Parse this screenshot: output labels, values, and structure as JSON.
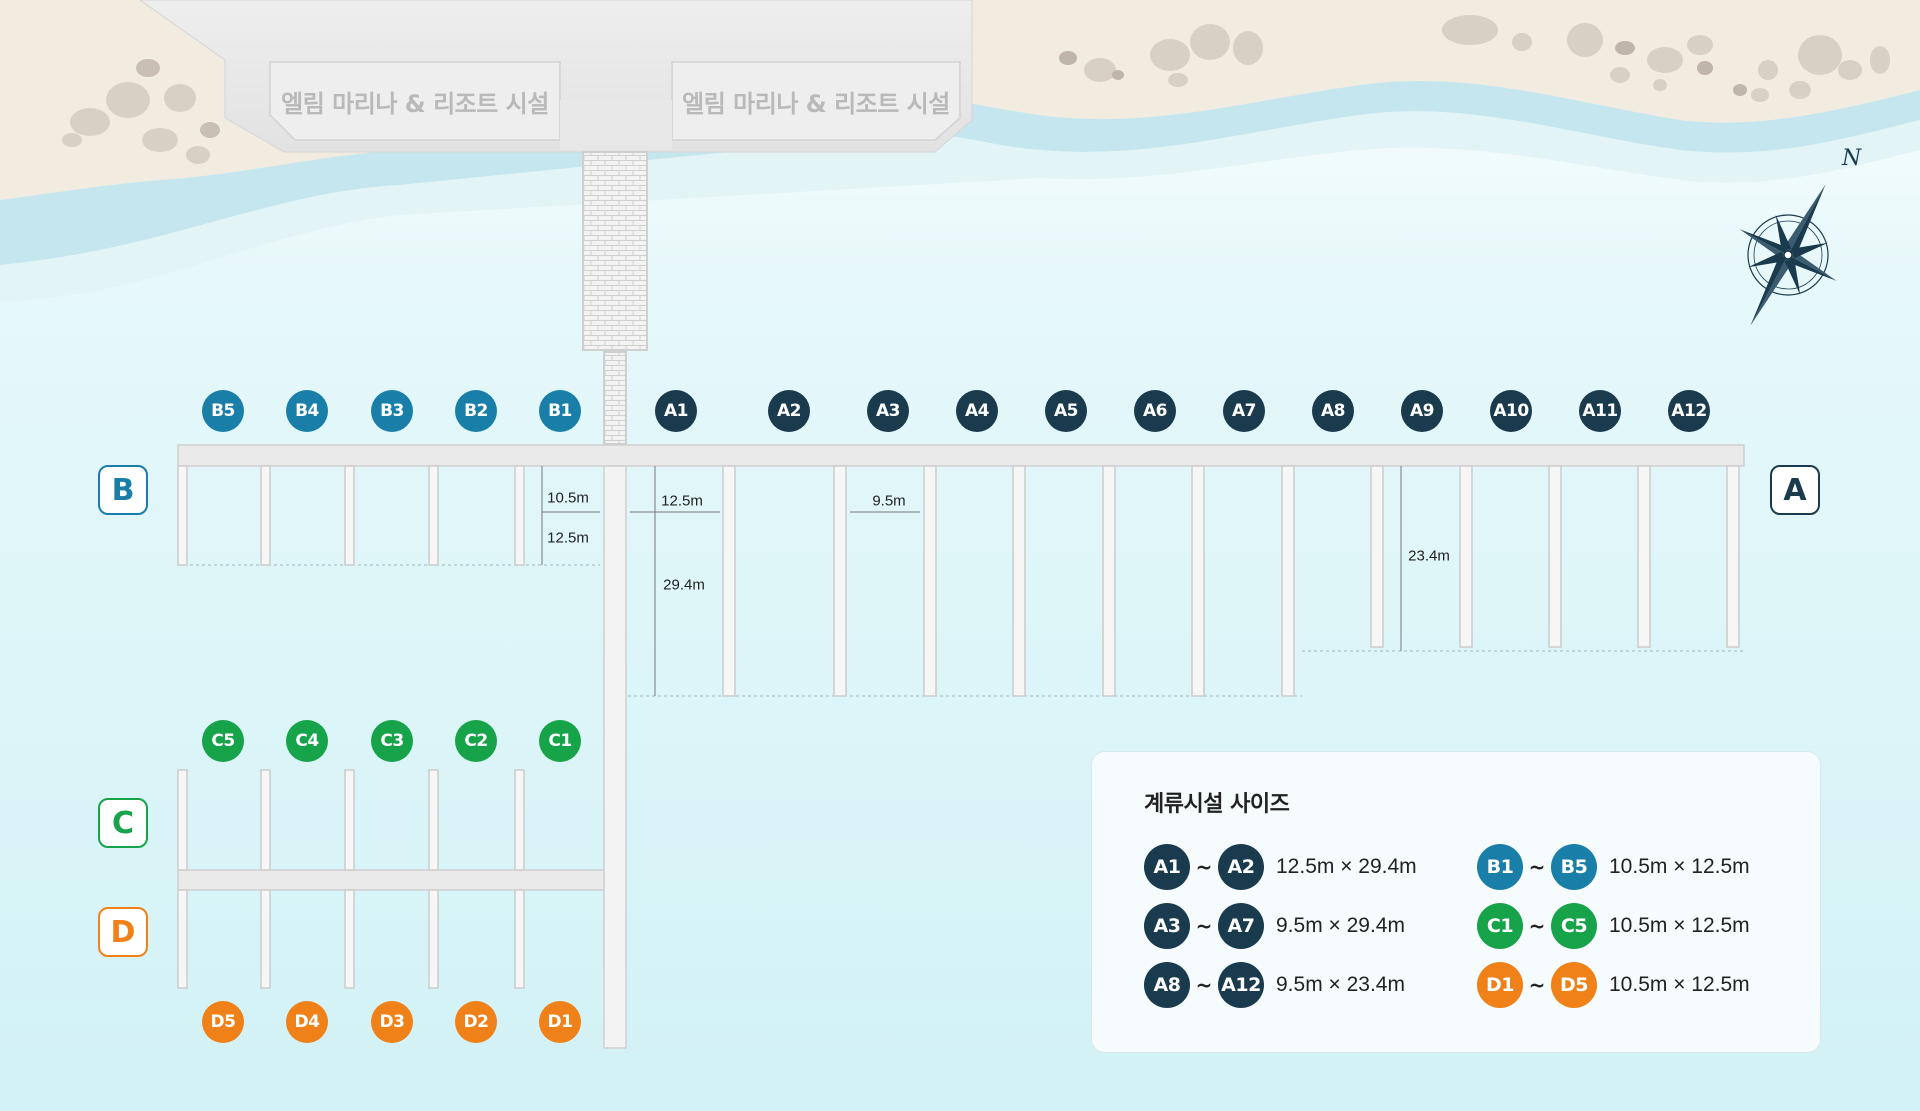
{
  "buildings": [
    {
      "label": "엘림 마리나 & 리조트 시설"
    },
    {
      "label": "엘림 마리나 & 리조트 시설"
    }
  ],
  "compass": {
    "north_label": "N"
  },
  "docks": [
    {
      "letter": "B",
      "color": "#1a7fa8"
    },
    {
      "letter": "A",
      "color": "#1a3a4e"
    },
    {
      "letter": "C",
      "color": "#17a34a"
    },
    {
      "letter": "D",
      "color": "#f08018"
    }
  ],
  "slips": {
    "b": [
      "B5",
      "B4",
      "B3",
      "B2",
      "B1"
    ],
    "a": [
      "A1",
      "A2",
      "A3",
      "A4",
      "A5",
      "A6",
      "A7",
      "A8",
      "A9",
      "A10",
      "A11",
      "A12"
    ],
    "c": [
      "C5",
      "C4",
      "C3",
      "C2",
      "C1"
    ],
    "d": [
      "D5",
      "D4",
      "D3",
      "D2",
      "D1"
    ]
  },
  "colors": {
    "a": "#1a3a4e",
    "b": "#1a7fa8",
    "c": "#17a34a",
    "d": "#f08018"
  },
  "dimensions": {
    "b_width": "10.5m",
    "b_length": "12.5m",
    "a1_width": "12.5m",
    "a_width": "9.5m",
    "a_length_long": "29.4m",
    "a_length_short": "23.4m"
  },
  "legend": {
    "title": "계류시설 사이즈",
    "rows": [
      {
        "from": "A1",
        "to": "A2",
        "size": "12.5m × 29.4m",
        "color": "#1a3a4e"
      },
      {
        "from": "A3",
        "to": "A7",
        "size": "9.5m × 29.4m",
        "color": "#1a3a4e"
      },
      {
        "from": "A8",
        "to": "A12",
        "size": "9.5m × 23.4m",
        "color": "#1a3a4e"
      },
      {
        "from": "B1",
        "to": "B5",
        "size": "10.5m × 12.5m",
        "color": "#1a7fa8"
      },
      {
        "from": "C1",
        "to": "C5",
        "size": "10.5m × 12.5m",
        "color": "#17a34a"
      },
      {
        "from": "D1",
        "to": "D5",
        "size": "10.5m × 12.5m",
        "color": "#f08018"
      }
    ],
    "tilde": "~"
  }
}
